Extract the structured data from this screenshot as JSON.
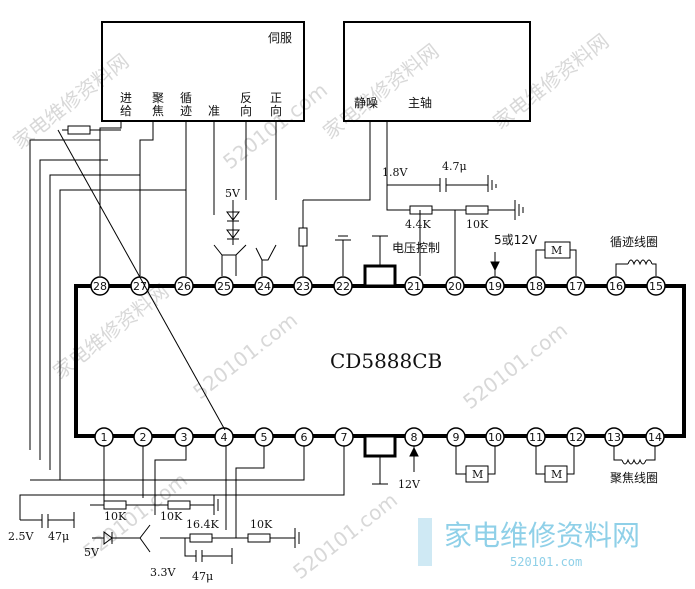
{
  "chip": {
    "name": "CD5888CB"
  },
  "servo_block": {
    "title": "伺服",
    "signals": [
      "进给",
      "聚焦",
      "循迹",
      "准",
      "反向",
      "正向"
    ]
  },
  "spindle_block": {
    "signals": [
      "静噪",
      "主轴"
    ]
  },
  "top_pins": [
    "28",
    "27",
    "26",
    "25",
    "24",
    "23",
    "22",
    "21",
    "20",
    "19",
    "18",
    "17",
    "16",
    "15"
  ],
  "bottom_pins": [
    "1",
    "2",
    "3",
    "4",
    "5",
    "6",
    "7",
    "8",
    "9",
    "10",
    "11",
    "12",
    "13",
    "14"
  ],
  "labels": {
    "v18": "1.8V",
    "cap47u_top": "4.7μ",
    "r44k": "4.4K",
    "r10k_top": "10K",
    "voltage_control": "电压控制",
    "v5or12": "5或12V",
    "tracking_coil": "循迹线圈",
    "focus_coil": "聚焦线圈",
    "v12": "12V",
    "v5_top": "5V",
    "v5_bottom": "5V",
    "v25": "2.5V",
    "cap47u_left": "47μ",
    "r10k_a": "10K",
    "r10k_b": "10K",
    "r164k": "16.4K",
    "r10k_c": "10K",
    "v33": "3.3V",
    "cap47u_bottom": "47μ",
    "motor": "M"
  },
  "watermark": {
    "site": "520101.com",
    "name": "家电维修资料网",
    "logo_text": "家电维修资料网",
    "logo_url": "520101.com"
  }
}
